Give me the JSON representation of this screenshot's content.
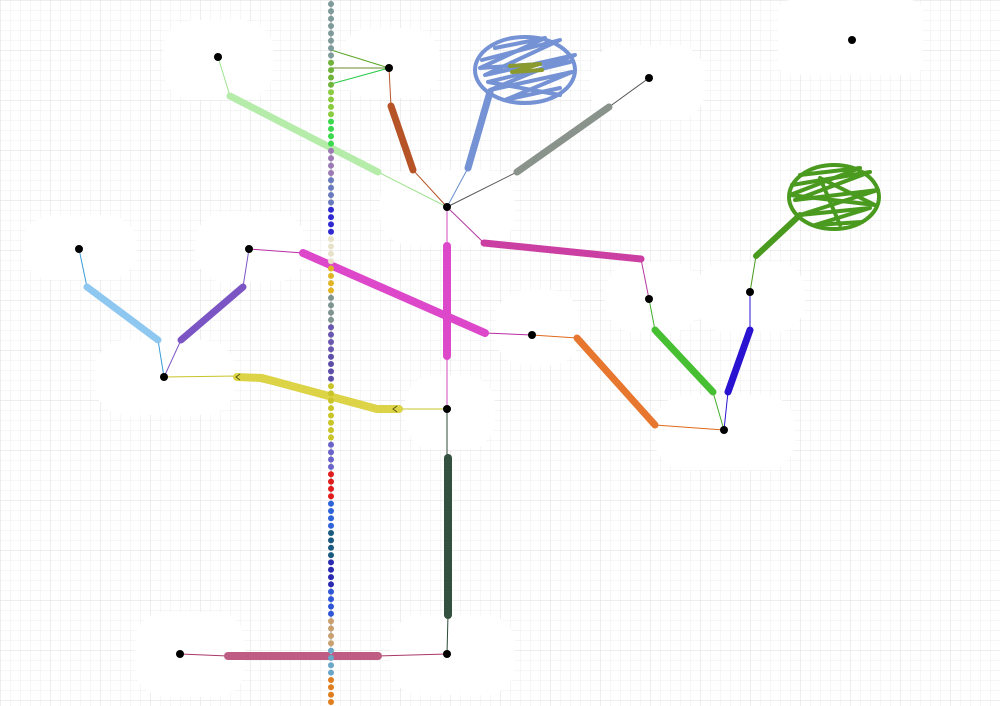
{
  "canvas": {
    "background": "#ffffff",
    "grid_minor_color": "#ececec",
    "grid_major_color": "#dedede",
    "halo_color": "#ffffff",
    "node_color": "#000000"
  },
  "palette": {
    "light_green": "#b5ecaa",
    "rust": "#b75427",
    "periwinkle": "#7592d4",
    "gray": "#8a928c",
    "sky_blue": "#8ec7ef",
    "purple": "#7c55c4",
    "magenta": "#dd47c9",
    "deep_pink": "#cc3fa2",
    "yellow": "#dcd346",
    "orange": "#e7762e",
    "leaf_green": "#47bf32",
    "indigo": "#2a12d1",
    "dark_green": "#34503f",
    "rose": "#bf5c84",
    "forest_green": "#4a9a1f",
    "olive": "#8b9a2e"
  },
  "graph": {
    "node_count": 17,
    "edge_count": 17,
    "isolated_node_count": 1
  },
  "dotted_column_colors": [
    "#7f9a9a",
    "#7f9a9a",
    "#6fb33a",
    "#8acb3f",
    "#3cd84e",
    "#9c7bb4",
    "#6a7bbd",
    "#3029d1",
    "#e8e3c8",
    "#e0b526",
    "#7e9491",
    "#6a58b0",
    "#5d4ea8",
    "#c9c428",
    "#c9c428",
    "#6a63c9",
    "#e01c1c",
    "#2f63d8",
    "#1a5a7e",
    "#2a2ab0",
    "#3056d8",
    "#c9a070",
    "#6aa6c8",
    "#e07d1e"
  ]
}
